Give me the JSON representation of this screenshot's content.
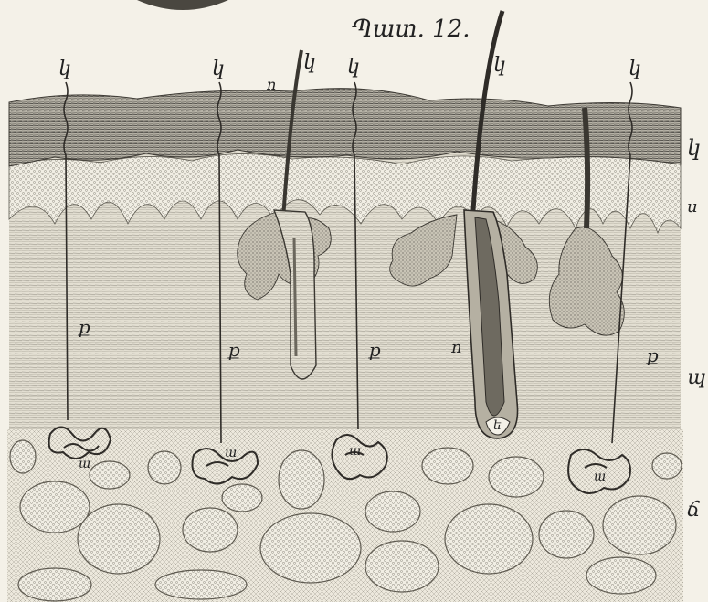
{
  "figure": {
    "caption": "Պատ. 12."
  },
  "labels": {
    "duct": "կ",
    "duct_lower": "ք",
    "gland": "ա",
    "hair": "ո",
    "hair_lower": "ո",
    "bulb": "ե",
    "side_epidermis": "կ",
    "side_papillary": "ս",
    "side_dermis": "պ",
    "side_fat": "ճ"
  },
  "colors": {
    "paper": "#f4f1e8",
    "ink": "#2a2a2a",
    "epidermis": "#8c8a82",
    "dermis": "#d9d5c8"
  }
}
